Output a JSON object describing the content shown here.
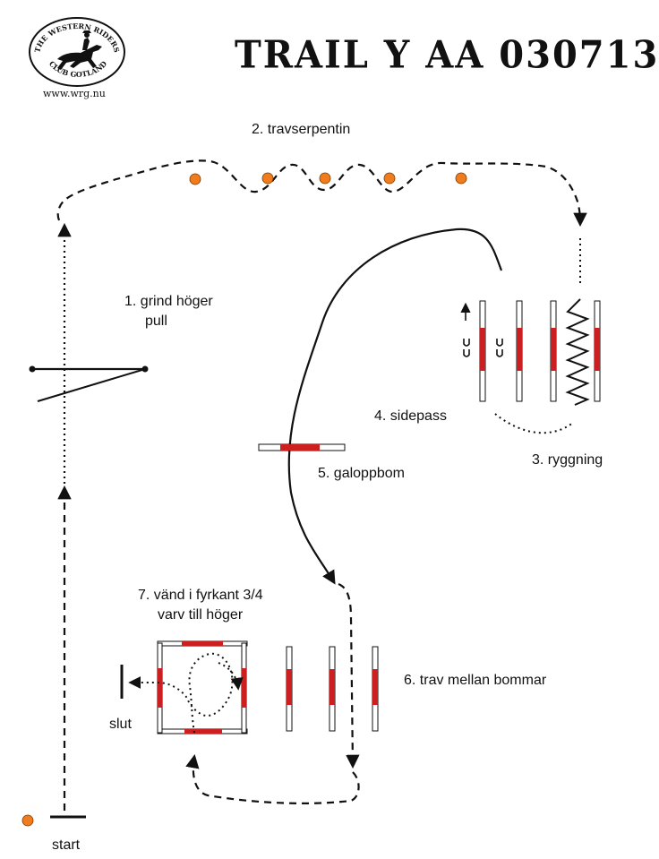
{
  "title": "TRAIL Y AA 030713",
  "logo": {
    "top_text": "THE WESTERN RIDERS",
    "bottom_text": "CLUB GOTLAND",
    "website": "www.wrg.nu"
  },
  "labels": {
    "step1_line1": "1. grind höger",
    "step1_line2": "pull",
    "step2": "2. travserpentin",
    "step3": "3. ryggning",
    "step4": "4. sidepass",
    "step5": "5. galoppbom",
    "step6": "6. trav mellan bommar",
    "step7_line1": "7. vänd i fyrkant 3/4",
    "step7_line2": "varv till höger",
    "start": "start",
    "end": "slut"
  },
  "colors": {
    "pole_red": "#cc1f1f",
    "cone_orange": "#f07c1e",
    "ink": "#111111"
  }
}
